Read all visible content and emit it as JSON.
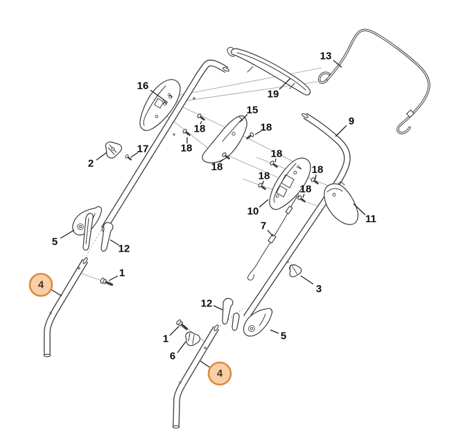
{
  "diagram": {
    "type": "exploded-parts-diagram",
    "background": "#ffffff",
    "line_color": "#3a3a3a",
    "highlight": {
      "fill": "#f8d0a8",
      "border": "#dc8a3e",
      "text": "#4a3012"
    },
    "callouts": {
      "n16": "16",
      "n2": "2",
      "n17": "17",
      "n15": "15",
      "n19": "19",
      "n13": "13",
      "n9": "9",
      "n10": "10",
      "n11": "11",
      "n7": "7",
      "n3": "3",
      "n5a": "5",
      "n5b": "5",
      "n12a": "12",
      "n12b": "12",
      "n1a": "1",
      "n1b": "1",
      "n6": "6",
      "n18a": "18",
      "n18b": "18",
      "n18c": "18",
      "n18d": "18",
      "n18e": "18",
      "n18f": "18",
      "n18g": "18",
      "n18h": "18",
      "n4a": "4",
      "n4b": "4"
    }
  }
}
